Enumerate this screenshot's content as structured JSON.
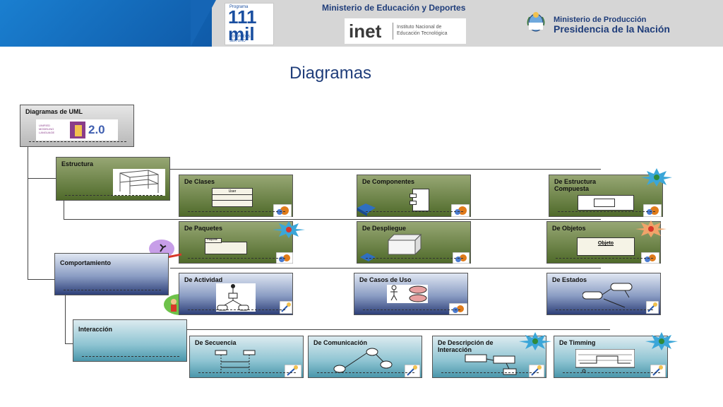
{
  "header": {
    "program_small": "Programa",
    "program_number": "111",
    "program_word": "mil",
    "program_tagline_1": "VOS PODÉS",
    "program_tagline_2": "SER UNO",
    "ministry_education": "Ministerio de Educación y Deportes",
    "inet_word": "inet",
    "inet_sub_1": "Instituto Nacional de",
    "inet_sub_2": "Educación Tecnológica",
    "ministry_production_1": "Ministerio de Producción",
    "ministry_production_2": "Presidencia de la Nación"
  },
  "page_title": "Diagramas",
  "diagram": {
    "root_label": "Diagramas de UML",
    "uml_logo_small": "UNIFIED MODELING LANGUAGE",
    "uml_logo_version": "2.0",
    "structure": {
      "label": "Estructura",
      "items": [
        "De Clases",
        "De Componentes",
        "De Estructura Compuesta",
        "De Paquetes",
        "De Despliegue",
        "De Objetos"
      ],
      "class_mini_title": "User",
      "package_mini_title": "Paquete",
      "object_mini_title": "Objeto"
    },
    "behavior": {
      "label": "Comportamiento",
      "items": [
        "De Actividad",
        "De Casos de Uso",
        "De Estados"
      ]
    },
    "interaction": {
      "label": "Interacción",
      "items": [
        "De Secuencia",
        "De Comunicación",
        "De Descripción de Interacción",
        "De Timming"
      ]
    }
  },
  "colors": {
    "header_blue": "#1565b5",
    "title_color": "#1f3d7a",
    "structure_green": "#4f6a2a",
    "behavior_blue": "#2d3f78",
    "interaction_teal": "#4a96ab"
  }
}
